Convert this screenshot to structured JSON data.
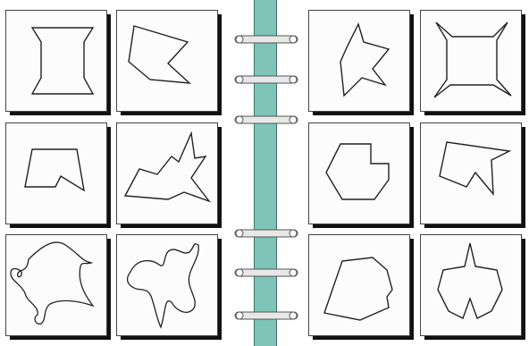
{
  "figure": {
    "left_page": {
      "panels": [
        "i-beam-shape",
        "pentagon-notch-shape",
        "trapezoid-notch-shape",
        "spiky-shape",
        "curvy-blob-shape",
        "curvy-hook-shape"
      ]
    },
    "right_page": {
      "panels": [
        "star-arrow-shape",
        "concave-square-shape",
        "pacman-hexagon-shape",
        "arrow-notch-shape",
        "jagged-quad-shape",
        "house-notch-shape"
      ]
    },
    "colors": {
      "spine": "#7fc4b8",
      "outline": "#222222",
      "shadow": "#111111"
    }
  }
}
